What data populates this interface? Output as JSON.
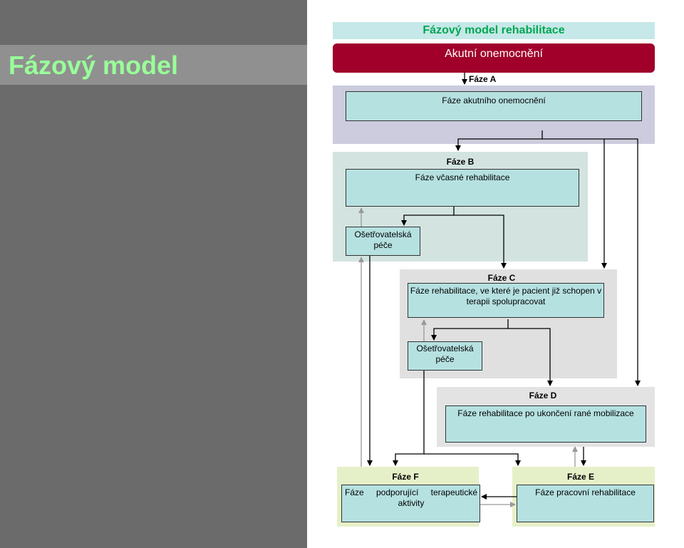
{
  "slide": {
    "title": "Fázový model"
  },
  "diagram": {
    "title": "Fázový model rehabilitace",
    "acute": "Akutní onemocnění",
    "phase_a": {
      "label": "Fáze A",
      "box": "Fáze akutního onemocnění"
    },
    "phase_b": {
      "label": "Fáze B",
      "box": "Fáze včasné rehabilitace",
      "care": "Ošetřovatelská péče"
    },
    "phase_c": {
      "label": "Fáze C",
      "box": "Fáze rehabilitace, ve které je pacient již schopen v terapii spolupracovat",
      "care": "Ošetřovatelská péče"
    },
    "phase_d": {
      "label": "Fáze D",
      "box": "Fáze rehabilitace po ukončení rané mobilizace"
    },
    "phase_f": {
      "label": "Fáze F",
      "box": "Fáze podporující terapeutické aktivity"
    },
    "phase_e": {
      "label": "Fáze E",
      "box": "Fáze pracovní rehabilitace"
    }
  },
  "colors": {
    "background": "#6b6b6b",
    "title_text": "#99ff99",
    "diagram_title_text": "#00a651",
    "acute_fill": "#a0002a",
    "box_fill": "#b6e1e1"
  }
}
